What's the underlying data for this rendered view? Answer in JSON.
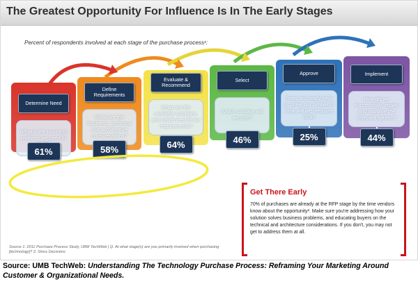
{
  "title": "The Greatest Opportunity For Influence Is In The Early Stages",
  "subtitle": "Percent of respondents involved at each stage of the purchase process¹:",
  "stages": [
    {
      "label": "Determine Need",
      "question": "What is the business problem we need to solve?",
      "percent": "61%",
      "value": 61,
      "color": "#d9342b"
    },
    {
      "label": "Define Requirements",
      "question": "What are the business, technical and architecture considerations?",
      "percent": "58%",
      "value": 58,
      "color": "#ef8a1f"
    },
    {
      "label": "Evaluate & Recommend",
      "question": "What are the available solutions, and which best fit our requirements?",
      "percent": "64%",
      "value": 64,
      "color": "#f4e24a"
    },
    {
      "label": "Select",
      "question": "Which solution will we use?",
      "percent": "46%",
      "value": 46,
      "color": "#5cb846"
    },
    {
      "label": "Approve",
      "question": "Does this really help us solve our problem? How will we measure ROI?",
      "percent": "25%",
      "value": 25,
      "color": "#2f72b8"
    },
    {
      "label": "Implement",
      "question": "How do we successfully deploy and manage the selected system?",
      "percent": "44%",
      "value": 44,
      "color": "#7d55a3"
    }
  ],
  "callout": {
    "heading": "Get There Early",
    "body": "70% of purchases are already at the RFP stage by the time vendors know about the opportunity². Make sure you're addressing how your solution solves business problems, and educating buyers on the technical and architecture considerations. If you don't, you may not get to address them at all."
  },
  "source_note": "Source 1: 2011 Purchase Process Study, UBM TechWeb | Q. At what stage(s) are you primarily involved when purchasing [technology]? 2: Sirius Decisions",
  "footer": {
    "prefix": "Source: UMB TechWeb: ",
    "italic": "Understanding The Technology Purchase Process: Reframing Your Marketing Around Customer & Organizational Needs."
  },
  "colors": {
    "highlight_ellipse": "#f3ea3c",
    "callout_red": "#c9141c",
    "label_navy": "#1d3557"
  }
}
